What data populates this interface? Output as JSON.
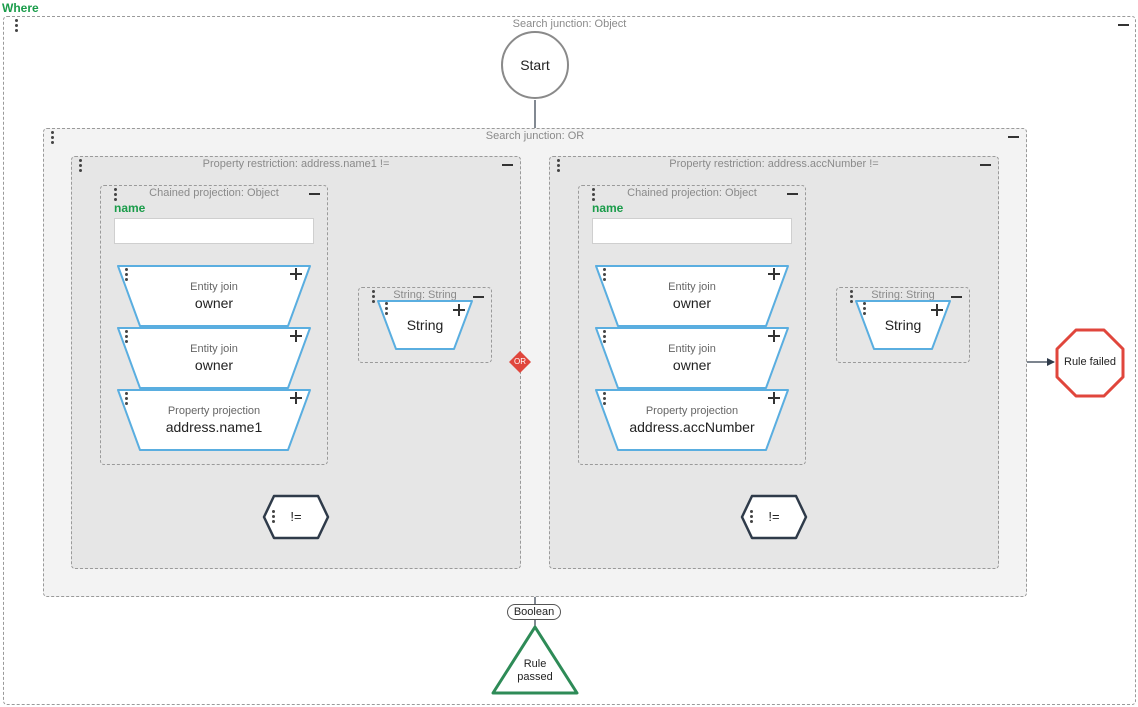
{
  "where_label": "Where",
  "outer": {
    "title": "Search junction: Object"
  },
  "start": {
    "label": "Start"
  },
  "or_junction": {
    "title": "Search junction: OR",
    "badge": "OR"
  },
  "left": {
    "title": "Property restriction: address.name1 !=",
    "chain": {
      "title": "Chained projection: Object",
      "field_label": "name",
      "field_value": "",
      "items": [
        {
          "kind": "Entity join",
          "name": "owner"
        },
        {
          "kind": "Entity join",
          "name": "owner"
        },
        {
          "kind": "Property projection",
          "name": "address.name1"
        }
      ]
    },
    "string_box": {
      "title": "String: String",
      "value": "String"
    },
    "operator": "!="
  },
  "right": {
    "title": "Property restriction: address.accNumber !=",
    "chain": {
      "title": "Chained projection: Object",
      "field_label": "name",
      "field_value": "",
      "items": [
        {
          "kind": "Entity join",
          "name": "owner"
        },
        {
          "kind": "Entity join",
          "name": "owner"
        },
        {
          "kind": "Property projection",
          "name": "address.accNumber"
        }
      ]
    },
    "string_box": {
      "title": "String: String",
      "value": "String"
    },
    "operator": "!="
  },
  "boolean_label": "Boolean",
  "rule_failed": "Rule failed",
  "rule_passed": {
    "line1": "Rule",
    "line2": "passed"
  },
  "colors": {
    "accent_green": "#1a9c4a",
    "node_blue": "#5aaee0",
    "fail_red": "#e0463c",
    "pass_green": "#2e8b57"
  }
}
